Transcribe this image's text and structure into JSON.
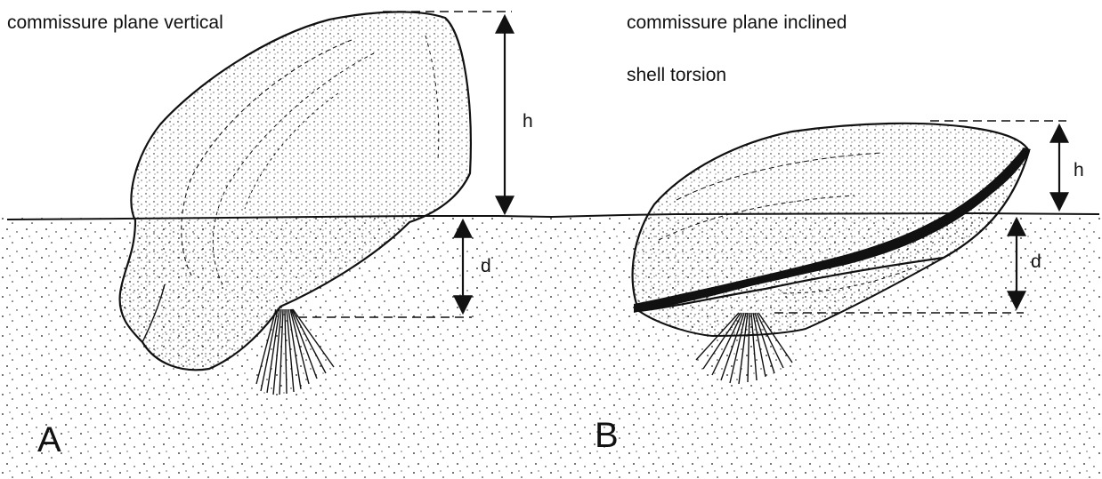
{
  "panels": {
    "a": {
      "letter": "A",
      "caption": "commissure plane vertical",
      "height_label": "h",
      "depth_label": "d"
    },
    "b": {
      "letter": "B",
      "caption_1": "commissure plane inclined",
      "caption_2": "shell torsion",
      "height_label": "h",
      "depth_label": "d"
    }
  },
  "colors": {
    "ink": "#111111",
    "paper": "#ffffff"
  }
}
